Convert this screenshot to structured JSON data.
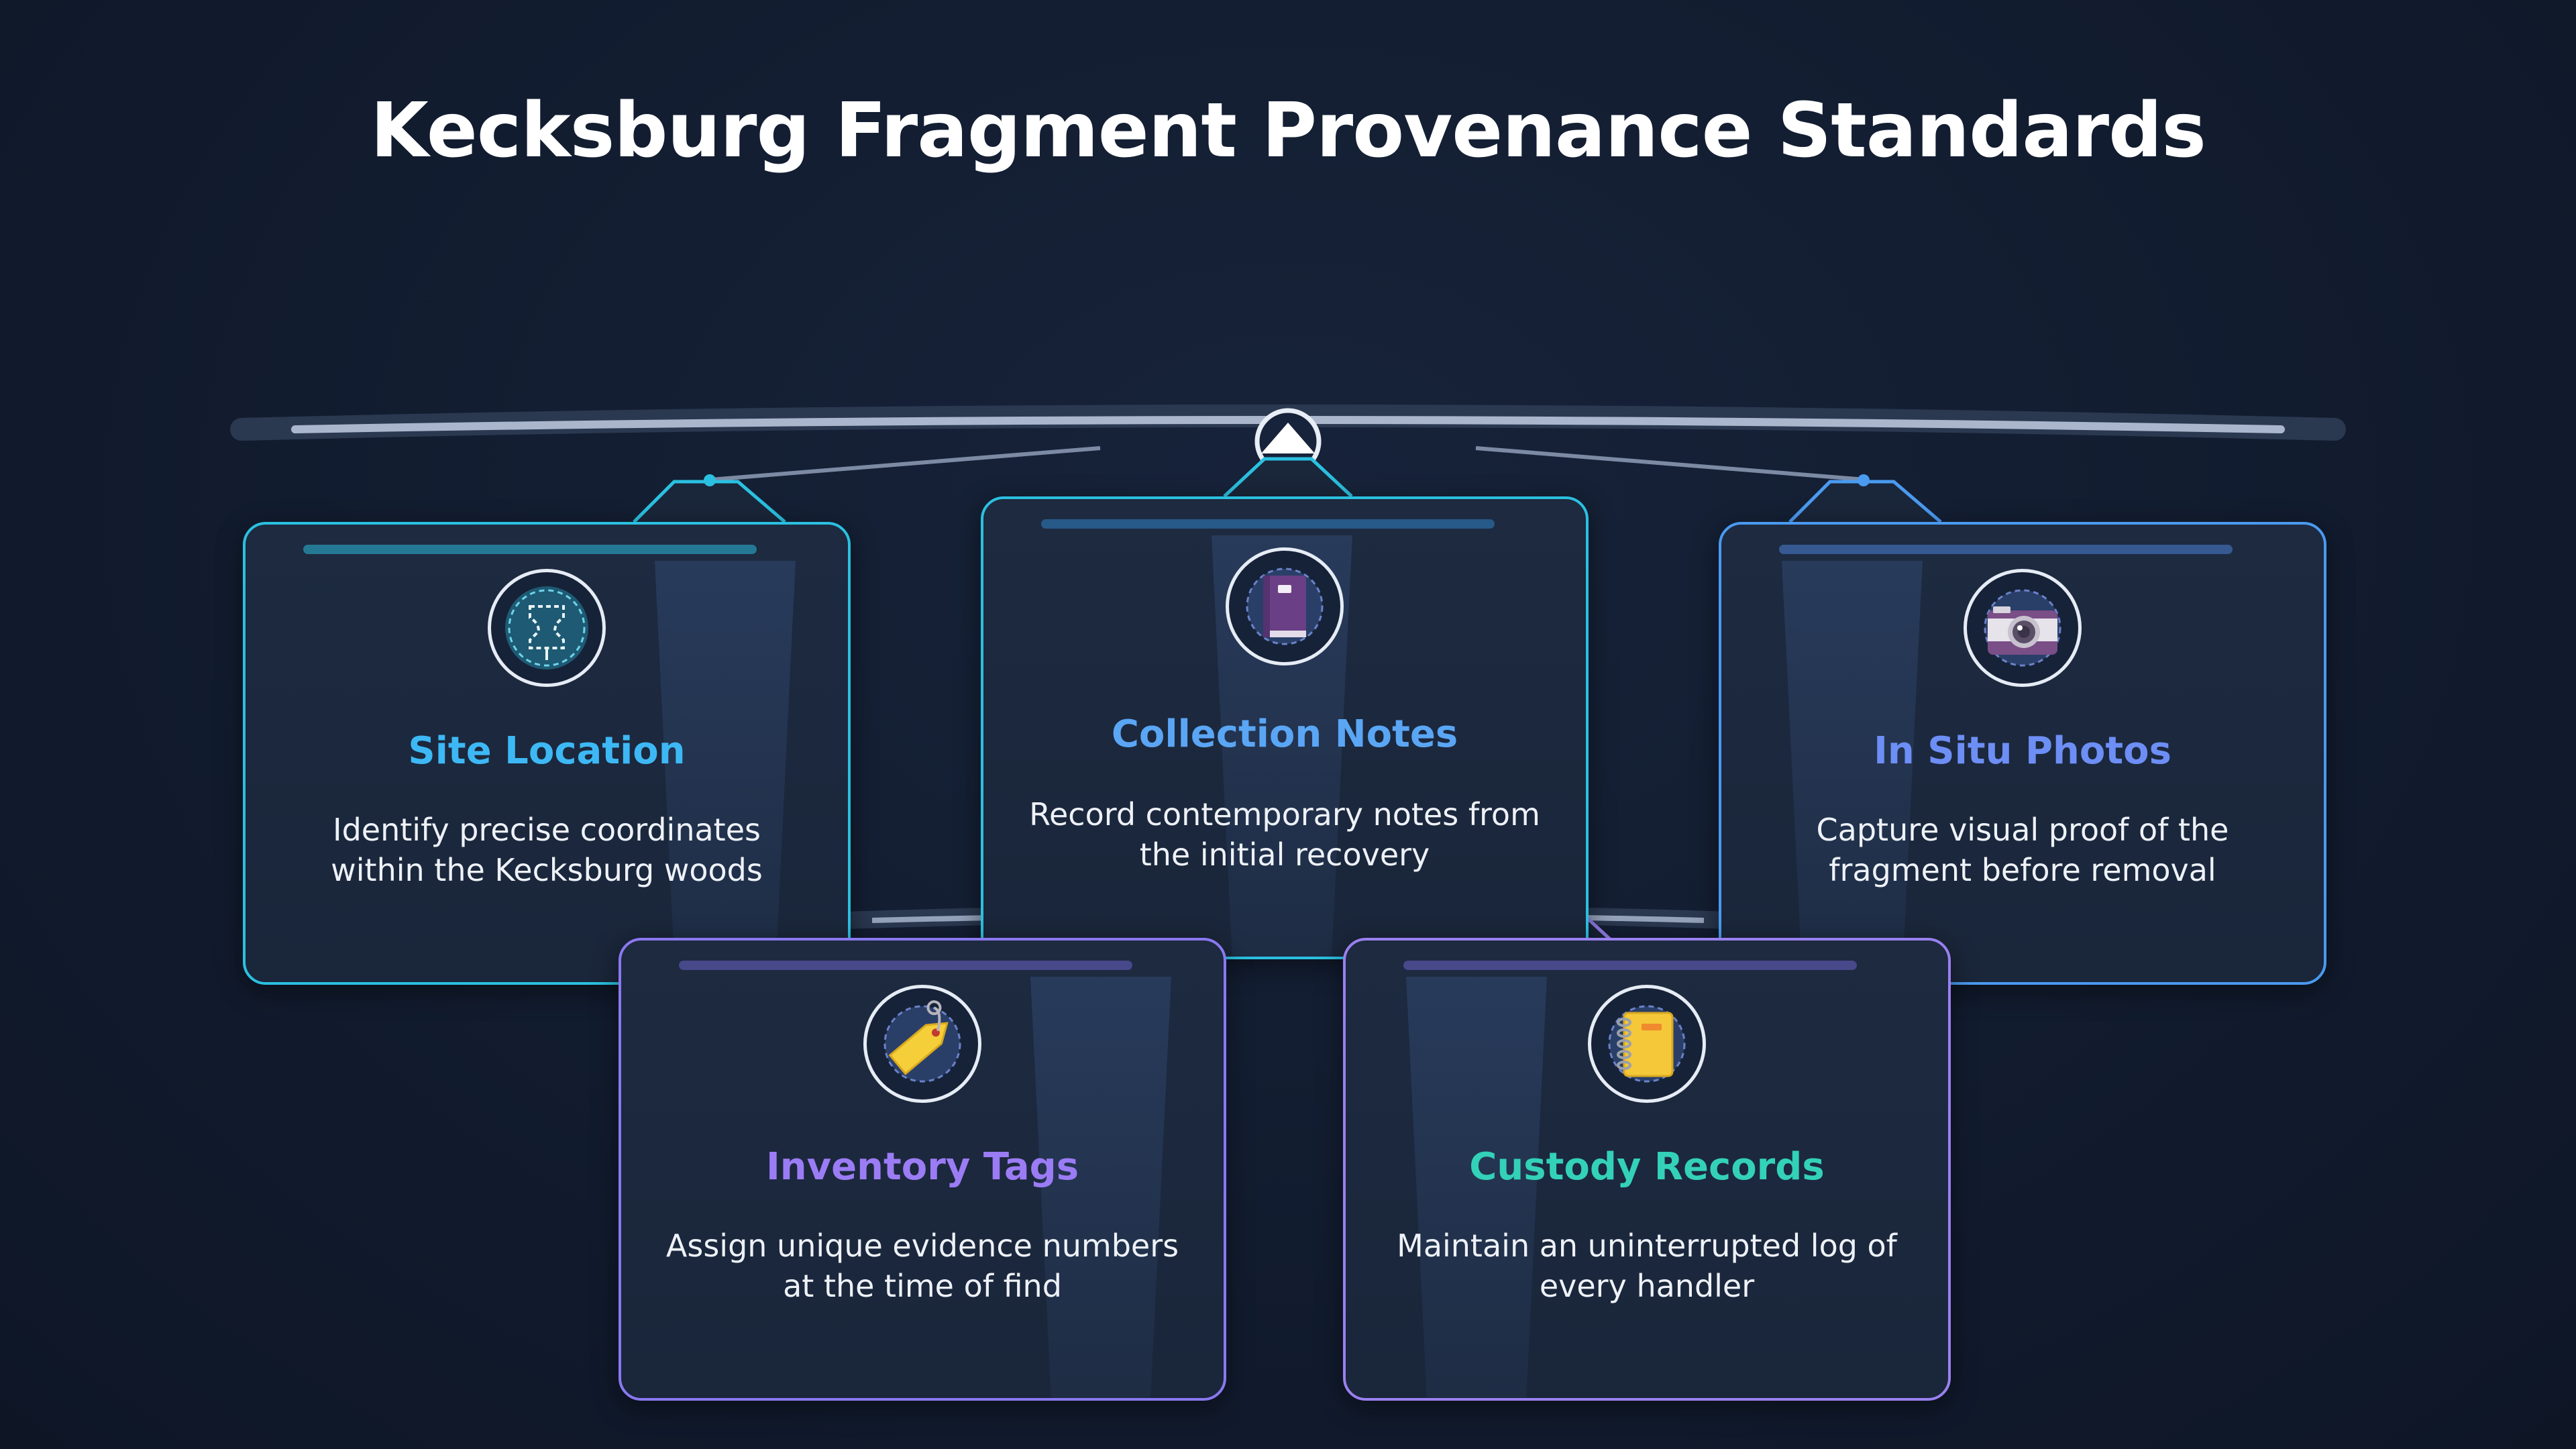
{
  "title": "Kecksburg Fragment Provenance Standards",
  "steps": [
    {
      "title": "Site Location",
      "description": "Identify precise coordinates within the Kecksburg woods",
      "icon": "map-pin-icon",
      "color": "#3db8f5"
    },
    {
      "title": "Collection Notes",
      "description": "Record contemporary notes from the initial recovery",
      "icon": "notebook-icon",
      "color": "#5aa6f5"
    },
    {
      "title": "In Situ Photos",
      "description": "Capture visual proof of the fragment before removal",
      "icon": "camera-icon",
      "color": "#6d8ef5"
    },
    {
      "title": "Inventory Tags",
      "description": "Assign unique evidence numbers at the time of find",
      "icon": "tag-icon",
      "color": "#9b7cf5"
    },
    {
      "title": "Custody Records",
      "description": "Maintain an uninterrupted log of every handler",
      "icon": "spiral-notebook-icon",
      "color": "#33d1b8"
    }
  ]
}
